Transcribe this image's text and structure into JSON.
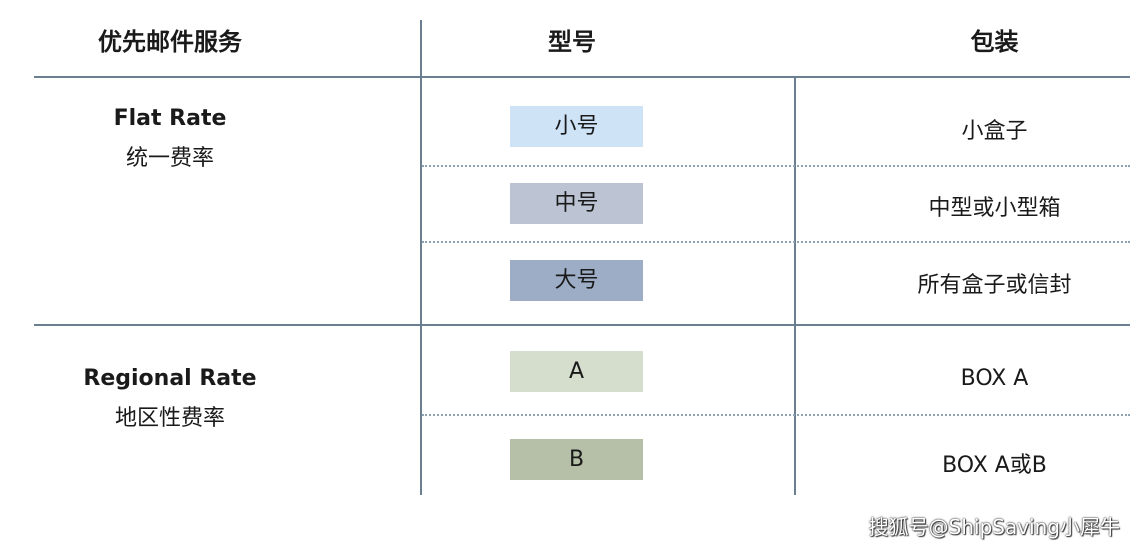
{
  "headers": {
    "service": "优先邮件服务",
    "model": "型号",
    "packaging": "包装"
  },
  "groups": [
    {
      "name_en": "Flat Rate",
      "name_zh": "统一费率",
      "rows": [
        {
          "model": "小号",
          "packaging": "小盒子",
          "color": "#cfe3f7"
        },
        {
          "model": "中号",
          "packaging": "中型或小型箱",
          "color": "#bcc4d4"
        },
        {
          "model": "大号",
          "packaging": "所有盒子或信封",
          "color": "#9eadc6"
        }
      ]
    },
    {
      "name_en": "Regional Rate",
      "name_zh": "地区性费率",
      "rows": [
        {
          "model": "A",
          "packaging": "BOX A",
          "color": "#d5ddcc"
        },
        {
          "model": "B",
          "packaging": "BOX A或B",
          "color": "#b6bfa8"
        }
      ]
    }
  ],
  "watermark": "搜狐号@ShipSaving小犀牛"
}
